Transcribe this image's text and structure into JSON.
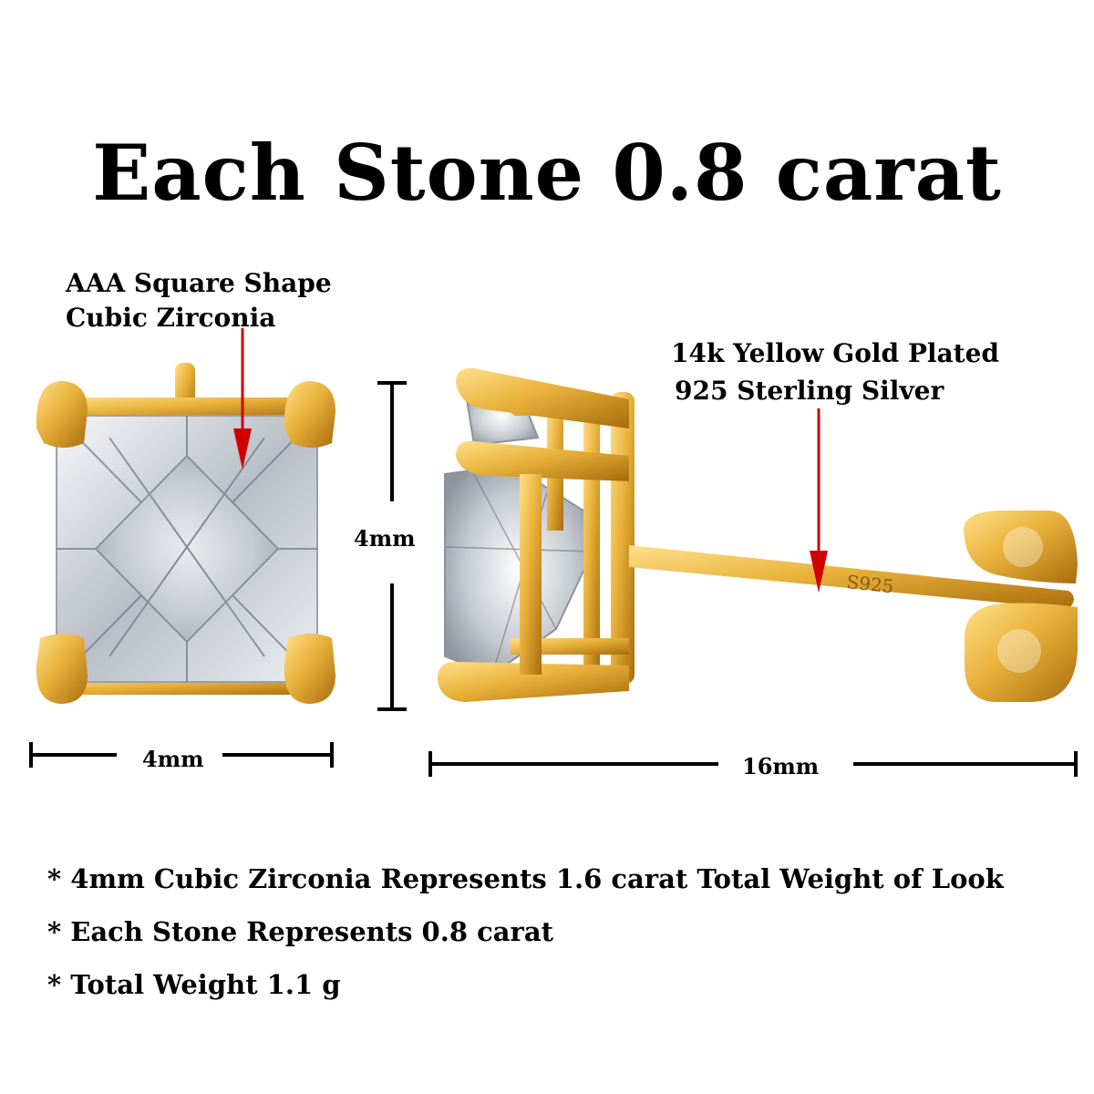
{
  "title": "Each Stone 0.8 carat",
  "stone_label": [
    "AAA Square Shape",
    "Cubic Zirconia"
  ],
  "metal_label": [
    "14k Yellow Gold Plated",
    "925 Sterling Silver"
  ],
  "dimensions": {
    "height": "4mm",
    "width": "4mm",
    "length": "16mm"
  },
  "stamp": "S925",
  "bullets": [
    "* 4mm Cubic Zirconia Represents 1.6 carat Total Weight of Look",
    "* Each Stone Represents 0.8 carat",
    "* Total Weight 1.1 g"
  ],
  "colors": {
    "gold": "#e8b13a",
    "gold_dark": "#b97d12",
    "arrow": "#d10000",
    "stone": "#e9ecef"
  }
}
